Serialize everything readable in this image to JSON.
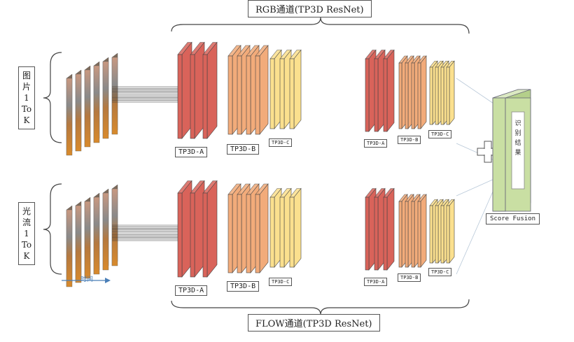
{
  "rgb_title": "RGB通道(TP3D ResNet)",
  "flow_title": "FLOW通道(TP3D ResNet)",
  "rgb_input_label": [
    "图",
    "片",
    "1",
    "To",
    "K"
  ],
  "flow_input_label": [
    "光",
    "流",
    "1",
    "To",
    "K"
  ],
  "time_label": "时间",
  "block_labels": {
    "a": "TP3D-A",
    "b": "TP3D-B",
    "c": "TP3D-C"
  },
  "fusion_label": "Score Fusion",
  "result_text": [
    "识",
    "别",
    "结",
    "果"
  ],
  "colors": {
    "block_a": "#d9635a",
    "block_b": "#f2ab7a",
    "block_c": "#fbe08e",
    "output_box": "#c9dfa3",
    "time_arrow": "#4a7fb8"
  }
}
